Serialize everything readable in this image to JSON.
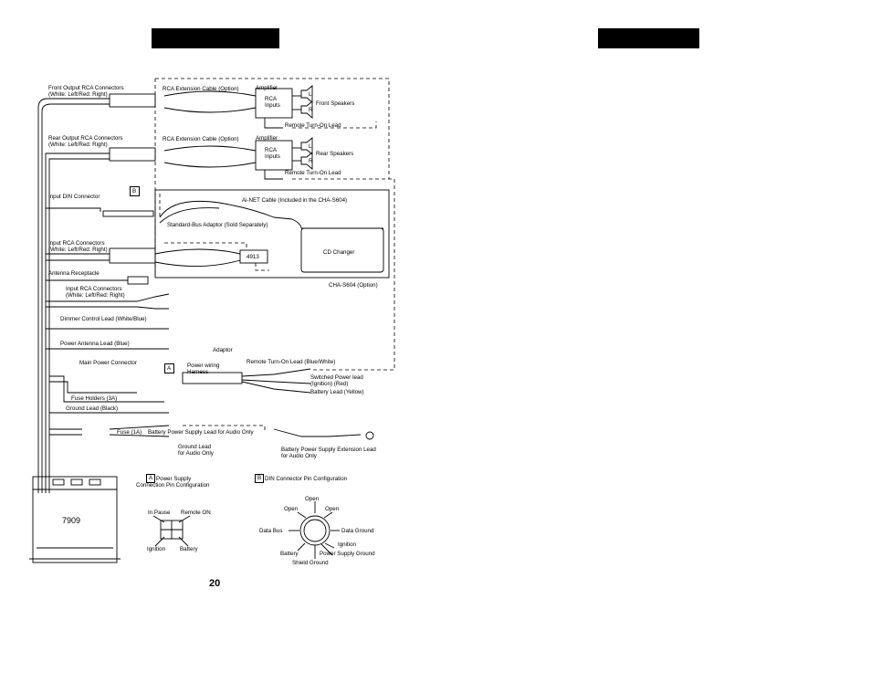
{
  "page_number": "20",
  "unit_model": "7909",
  "labels": {
    "front_output": "Front Output RCA Connectors\n(White: Left/Red: Right)",
    "rca_ext_front": "RCA Extension Cable (Option)",
    "amplifier_front": "Amplifier",
    "rca_inputs_front": "RCA\nInputs",
    "front_l": "L",
    "front_r": "R",
    "front_speakers": "Front Speakers",
    "remote_front": "Remote Turn-On Lead",
    "rear_output": "Rear Output RCA Connectors\n(White: Left/Red: Right)",
    "rca_ext_rear": "RCA Extension Cable (Option)",
    "amplifier_rear": "Amplifier",
    "rca_inputs_rear": "RCA\nInputs",
    "rear_l": "L",
    "rear_r": "R",
    "rear_speakers": "Rear Speakers",
    "remote_rear": "Remote Turn-On Lead",
    "input_din": "Input DIN Connector",
    "din_b": "B",
    "ainet": "Ai-NET Cable (Included in the CHA-S604)",
    "std_bus": "Standard-Bus Adaptor (Sold Separately)",
    "input_rca": "Input RCA Connectors\n(White: Left/Red: Right)",
    "cd_changer": "CD Changer",
    "adaptor_4913": "4913",
    "cha_s604": "CHA-S604 (Option)",
    "antenna": "Antenna Receptacle",
    "input_rca2": "Input RCA Connectors\n(White: Left/Red: Right)",
    "dimmer": "Dimmer Control Lead (White/Blue)",
    "power_antenna": "Power Antenna Lead (Blue)",
    "adaptor": "Adaptor",
    "main_power": "Main Power Connector",
    "harness_a": "A",
    "power_harness": "Power wiring\nHarness",
    "remote_blue_white": "Remote Turn-On Lead (Blue/White)",
    "switched_power": "Switched Power lead\n(Ignition) (Red)",
    "battery_lead": "Battery Lead (Yellow)",
    "fuse_holders": "Fuse Holders (3A)",
    "ground_lead": "Ground Lead (Black)",
    "fuse_1a": "Fuse (1A)",
    "battery_audio": "Battery Power Supply Lead for Audio Only",
    "ground_audio": "Ground Lead\nfor Audio Only",
    "battery_ext": "Battery Power Supply Extension Lead\nfor Audio Only",
    "legend_a_letter": "A",
    "legend_a": "Power Supply\nConnection Pin Configuration",
    "legend_b_letter": "B",
    "legend_b": "DIN Connector Pin Configuration",
    "in_pause": "In Pause",
    "remote_on": "Remote ON",
    "ignition_a": "Ignition",
    "battery_a": "Battery",
    "open_top": "Open",
    "open_left": "Open",
    "open_right": "Open",
    "data_bus": "Data Bus",
    "data_ground": "Data Ground",
    "ignition_b": "Ignition",
    "battery_b": "Battery",
    "power_supply_ground": "Power Supply Ground",
    "shield_ground": "Shield Ground"
  }
}
